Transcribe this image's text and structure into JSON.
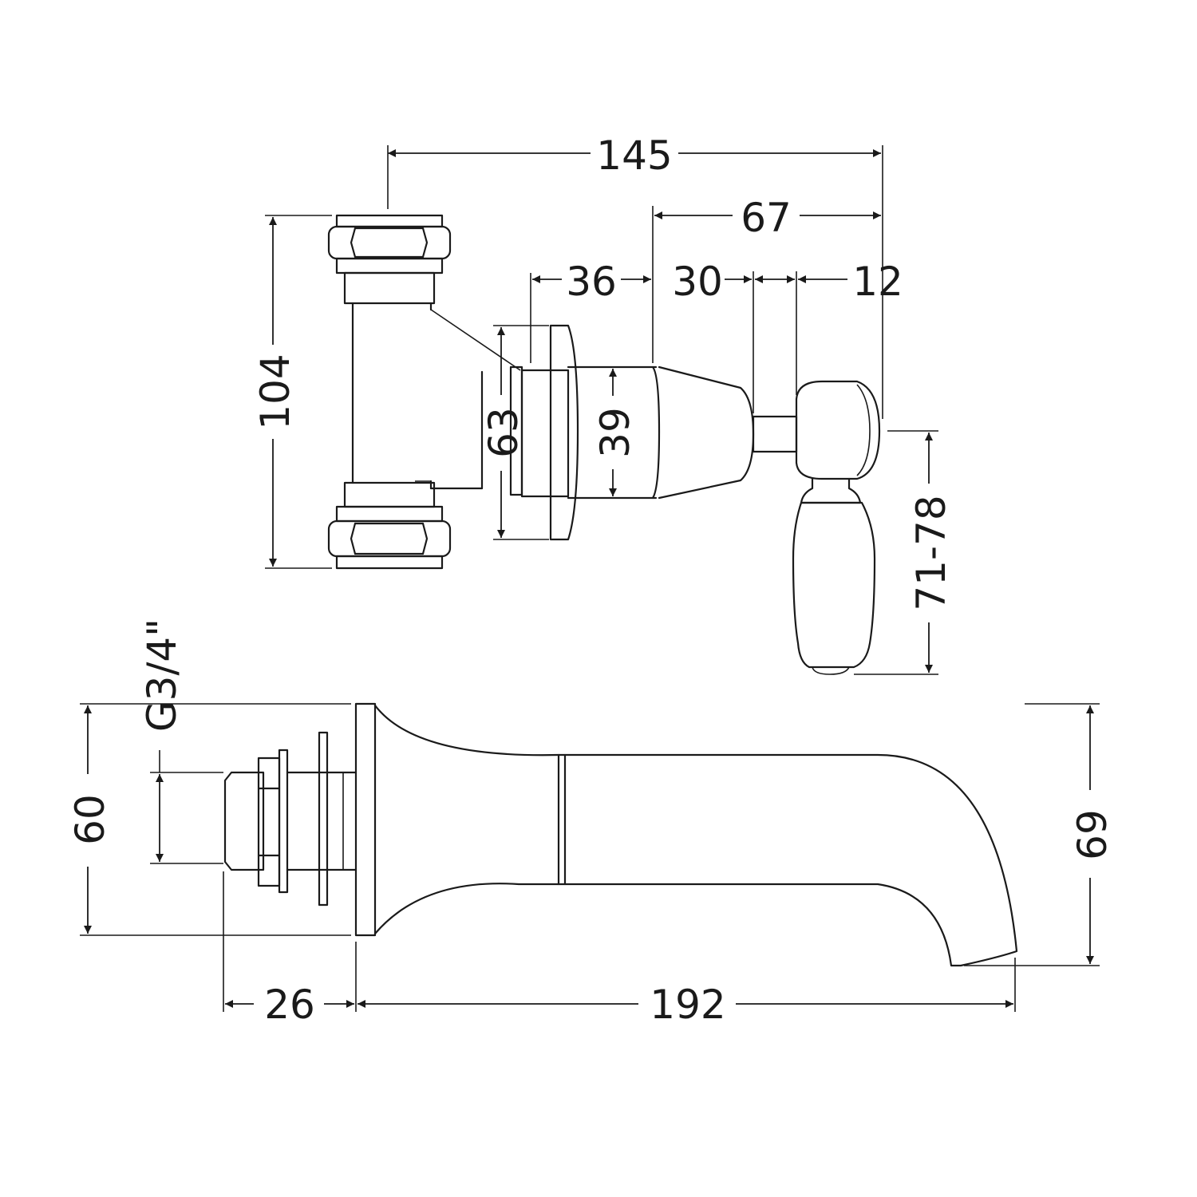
{
  "diagram": {
    "dimensions": {
      "overall_width": "145",
      "lever_projection": "67",
      "backplate_to_body": "36",
      "body_to_stem": "30",
      "stem_to_tip": "12",
      "valve_height": "104",
      "flange_diameter": "63",
      "body_diameter": "39",
      "lever_range": "71-78",
      "thread_size": "G3/4\"",
      "spout_height": "60",
      "spout_outlet_height": "69",
      "spout_inlet_depth": "26",
      "spout_projection": "192"
    }
  }
}
